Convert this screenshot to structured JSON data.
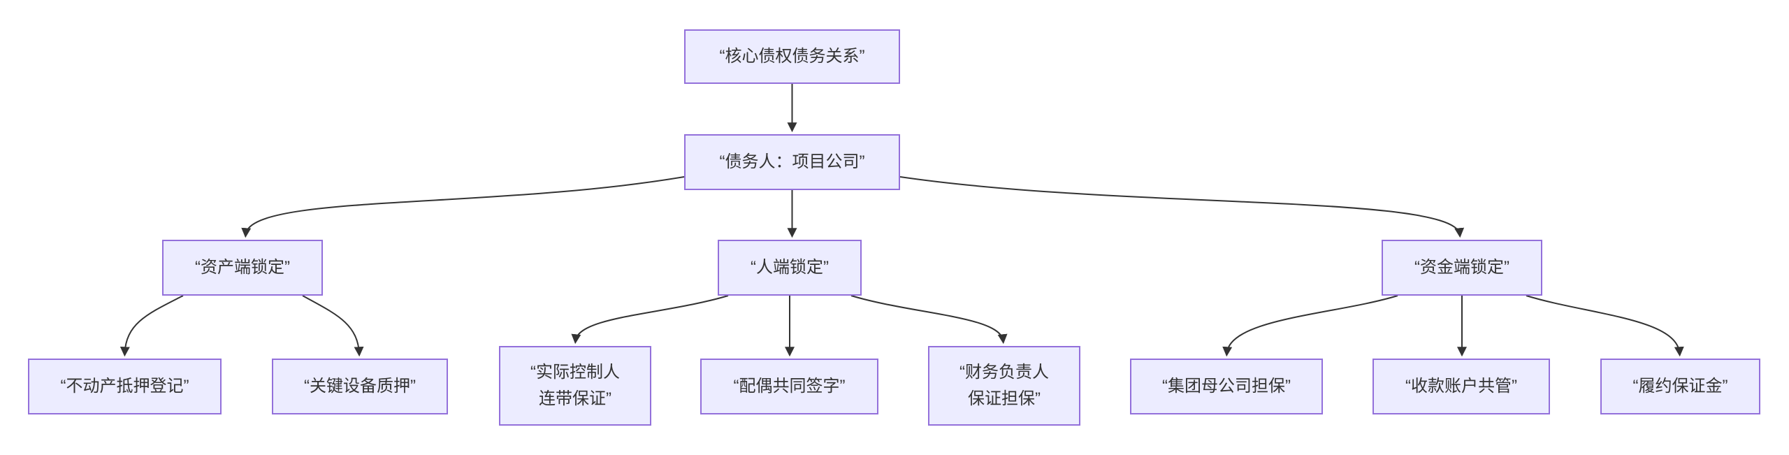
{
  "diagram": {
    "type": "flowchart",
    "direction": "top-down",
    "colors": {
      "node_fill": "#ECECFF",
      "node_border": "#9370DB",
      "edge_color": "#333333",
      "text_color": "#333333",
      "background": "#ffffff"
    },
    "nodes": {
      "root": {
        "label": "“核心债权债务关系”"
      },
      "debtor": {
        "label": "“债务人：项目公司”"
      },
      "asset": {
        "label": "“资产端锁定”"
      },
      "person": {
        "label": "“人端锁定”"
      },
      "fund": {
        "label": "“资金端锁定”"
      },
      "mortgage": {
        "label": "“不动产抵押登记”"
      },
      "equipment": {
        "label": "“关键设备质押”"
      },
      "controller": {
        "label": "“实际控制人\n连带保证”"
      },
      "spouse": {
        "label": "“配偶共同签字”"
      },
      "cfo": {
        "label": "“财务负责人\n保证担保”"
      },
      "group": {
        "label": "“集团母公司担保”"
      },
      "account": {
        "label": "“收款账户共管”"
      },
      "deposit": {
        "label": "“履约保证金”"
      }
    },
    "edges": [
      {
        "from": "root",
        "to": "debtor"
      },
      {
        "from": "debtor",
        "to": "asset"
      },
      {
        "from": "debtor",
        "to": "person"
      },
      {
        "from": "debtor",
        "to": "fund"
      },
      {
        "from": "asset",
        "to": "mortgage"
      },
      {
        "from": "asset",
        "to": "equipment"
      },
      {
        "from": "person",
        "to": "controller"
      },
      {
        "from": "person",
        "to": "spouse"
      },
      {
        "from": "person",
        "to": "cfo"
      },
      {
        "from": "fund",
        "to": "group"
      },
      {
        "from": "fund",
        "to": "account"
      },
      {
        "from": "fund",
        "to": "deposit"
      }
    ]
  }
}
